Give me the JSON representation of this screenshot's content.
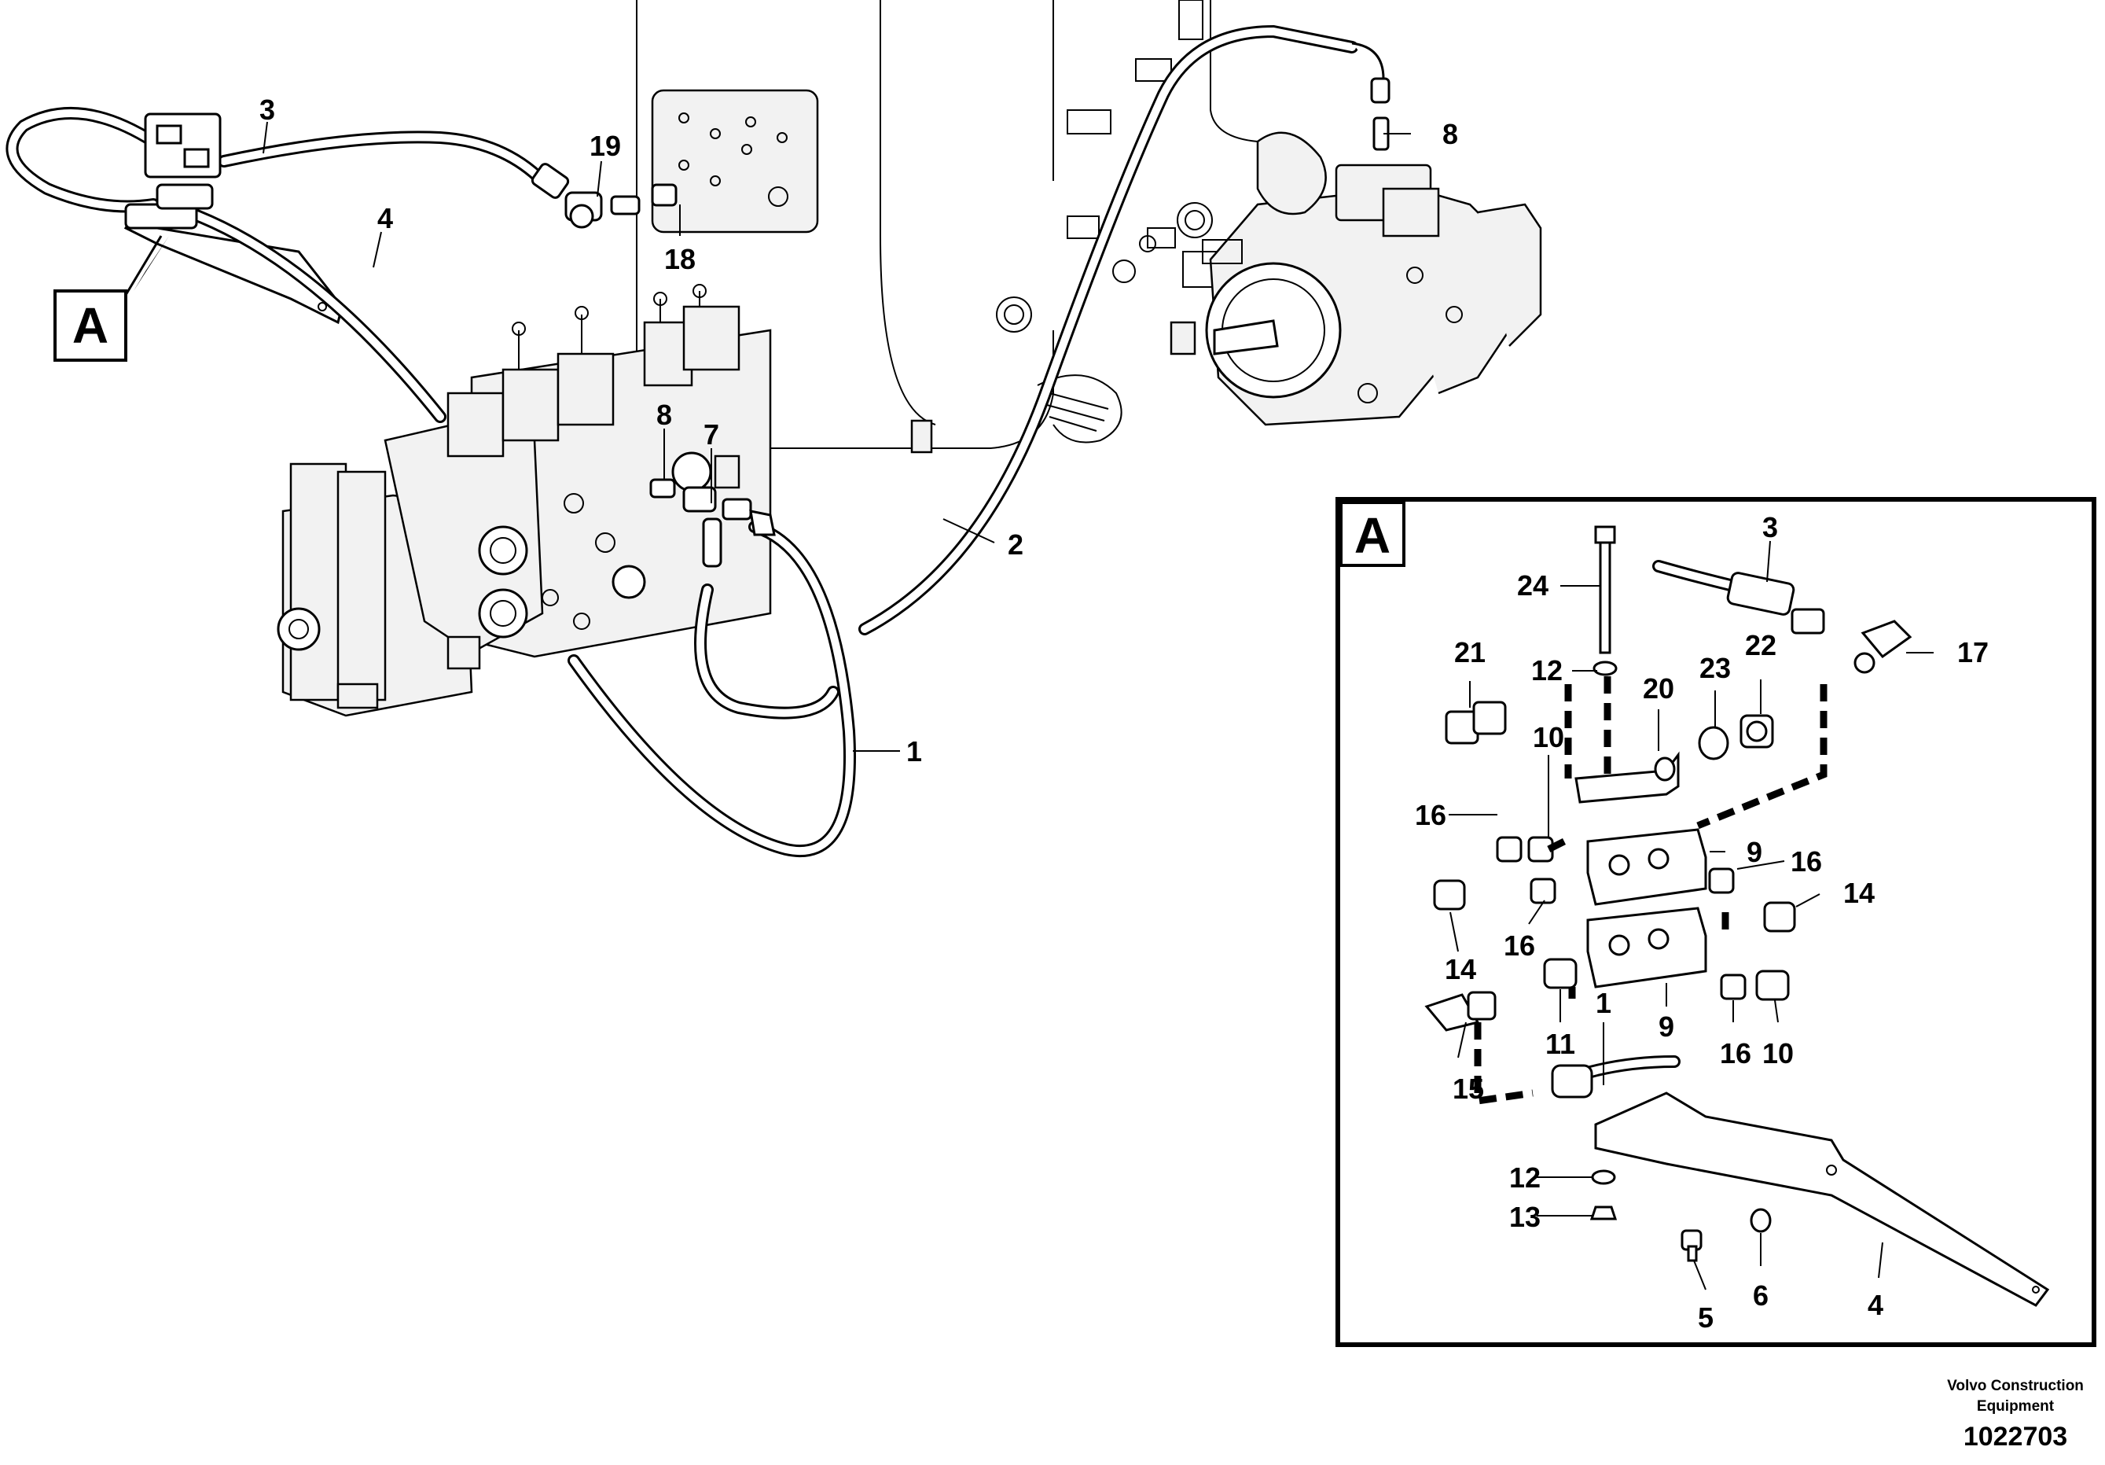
{
  "diagram": {
    "callouts_main": [
      {
        "id": "main-3",
        "text": "3"
      },
      {
        "id": "main-4",
        "text": "4"
      },
      {
        "id": "main-19",
        "text": "19"
      },
      {
        "id": "main-18",
        "text": "18"
      },
      {
        "id": "main-8-top",
        "text": "8"
      },
      {
        "id": "main-8-valve",
        "text": "8"
      },
      {
        "id": "main-7",
        "text": "7"
      },
      {
        "id": "main-2",
        "text": "2"
      },
      {
        "id": "main-1",
        "text": "1"
      }
    ],
    "section_marker": "A",
    "detail": {
      "label": "A",
      "callouts": [
        "3",
        "24",
        "17",
        "21",
        "12",
        "23",
        "22",
        "20",
        "10",
        "16",
        "9",
        "16",
        "14",
        "16",
        "14",
        "1",
        "11",
        "9",
        "16",
        "10",
        "15",
        "12",
        "13",
        "6",
        "5",
        "4"
      ]
    }
  },
  "footer": {
    "company_line1": "Volvo Construction",
    "company_line2": "Equipment",
    "reference": "1022703"
  }
}
